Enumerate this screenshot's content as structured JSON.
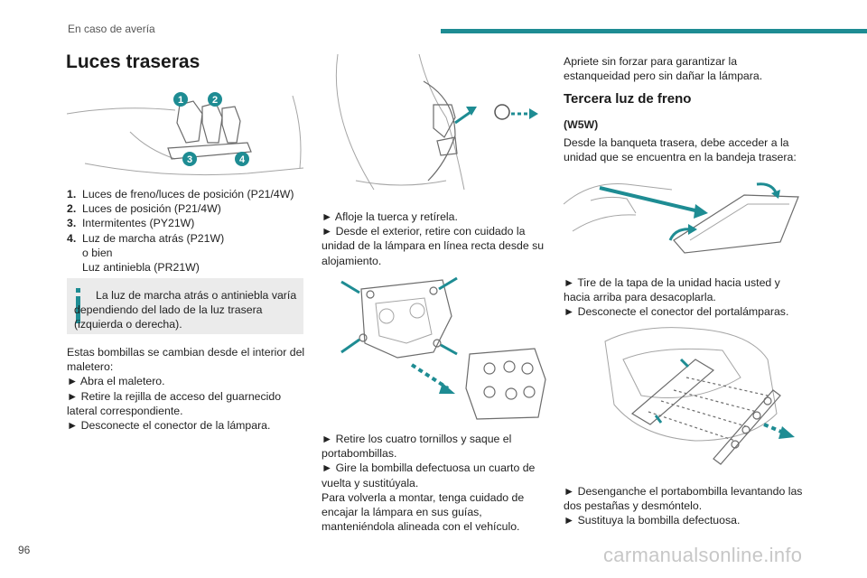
{
  "header": {
    "section": "En caso de avería"
  },
  "page": {
    "number": "96",
    "title": "Luces traseras",
    "watermark": "carmanualsonline.info"
  },
  "colors": {
    "accent": "#1e8c93",
    "note_bg": "#ebebeb",
    "callout": "#1e8c93"
  },
  "figure1": {
    "callouts": [
      "1",
      "2",
      "3",
      "4"
    ]
  },
  "list": [
    {
      "n": "1.",
      "text": "Luces de freno/luces de posición (P21/4W)"
    },
    {
      "n": "2.",
      "text": "Luces de posición (P21/4W)"
    },
    {
      "n": "3.",
      "text": "Intermitentes (PY21W)"
    },
    {
      "n": "4.",
      "text": "Luz de marcha atrás (P21W)",
      "line2": "o bien",
      "line3": "Luz antiniebla (PR21W)"
    }
  ],
  "note": {
    "icon": "info-icon",
    "text": "La luz de marcha atrás o antiniebla varía dependiendo del lado de la luz trasera (izquierda o derecha)."
  },
  "col1": {
    "lines": [
      "Estas bombillas se cambian desde el interior del maletero:",
      "► Abra el maletero.",
      "► Retire la rejilla de acceso del guarnecido lateral correspondiente.",
      "► Desconecte el conector de la lámpara."
    ]
  },
  "col2": {
    "block1": [
      "► Afloje la tuerca y retírela.",
      "► Desde el exterior, retire con cuidado la unidad de la lámpara en línea recta desde su alojamiento."
    ],
    "block2": [
      "► Retire los cuatro tornillos y saque el portabombillas.",
      "► Gire la bombilla defectuosa un cuarto de vuelta y sustitúyala.",
      "Para volverla a montar, tenga cuidado de encajar la lámpara en sus guías, manteniéndola alineada con el vehículo."
    ]
  },
  "col3": {
    "intro": "Apriete sin forzar para garantizar la estanqueidad pero sin dañar la lámpara.",
    "subtitle": "Tercera luz de freno",
    "bulb": "(W5W)",
    "p1": "Desde la banqueta trasera, debe acceder a la unidad que se encuentra en la bandeja trasera:",
    "block2": [
      "► Tire de la tapa de la unidad hacia usted y hacia arriba para desacoplarla.",
      "► Desconecte el conector del portalámparas."
    ],
    "block3": [
      "► Desenganche el portabombilla levantando las dos pestañas y desmóntelo.",
      "► Sustituya la bombilla defectuosa."
    ]
  }
}
